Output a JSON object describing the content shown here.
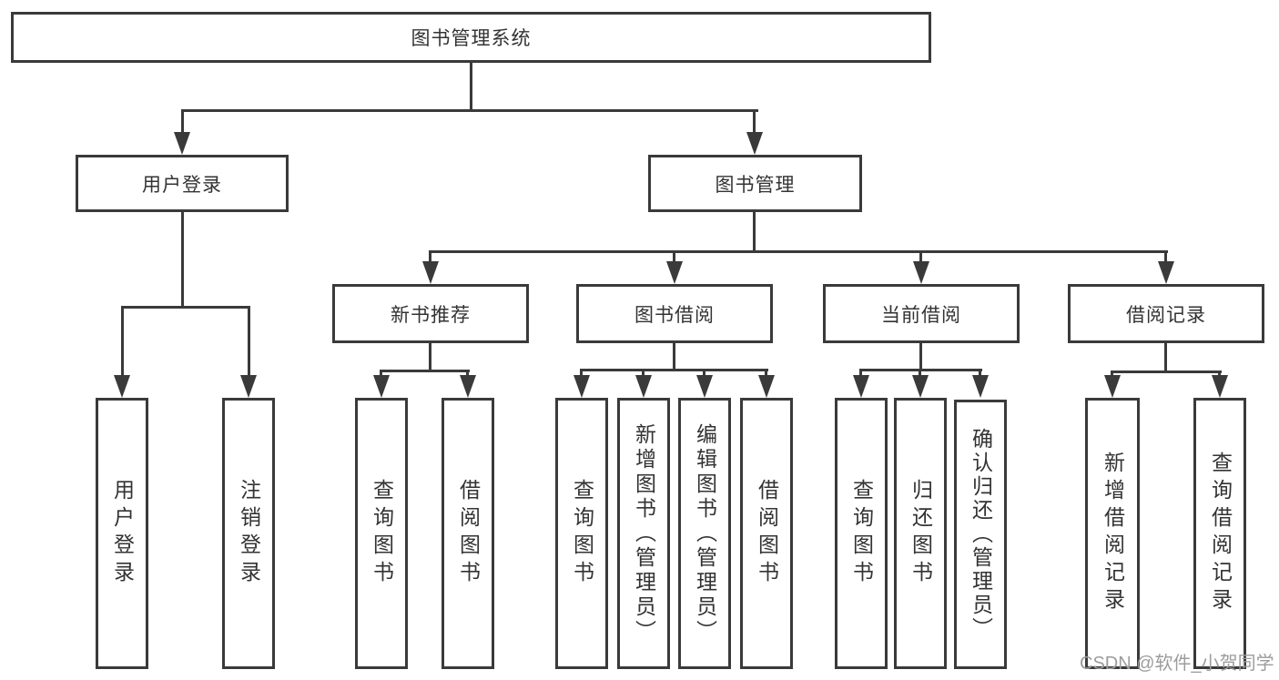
{
  "diagram": {
    "title": "图书管理系统",
    "root": {
      "label": "图书管理系统"
    },
    "branches": [
      {
        "label": "用户登录",
        "children": [
          {
            "label": "用户登录"
          },
          {
            "label": "注销登录"
          }
        ]
      },
      {
        "label": "图书管理",
        "groups": [
          {
            "label": "新书推荐",
            "children": [
              {
                "label": "查询图书"
              },
              {
                "label": "借阅图书"
              }
            ]
          },
          {
            "label": "图书借阅",
            "children": [
              {
                "label": "查询图书"
              },
              {
                "label": "新增图书（管理员）"
              },
              {
                "label": "编辑图书（管理员）"
              },
              {
                "label": "借阅图书"
              }
            ]
          },
          {
            "label": "当前借阅",
            "children": [
              {
                "label": "查询图书"
              },
              {
                "label": "归还图书"
              },
              {
                "label": "确认归还（管理员）"
              }
            ]
          },
          {
            "label": "借阅记录",
            "children": [
              {
                "label": "新增借阅记录"
              },
              {
                "label": "查询借阅记录"
              }
            ]
          }
        ]
      }
    ],
    "colors": {
      "line": "#3a3a3a",
      "text": "#333333",
      "background": "#ffffff",
      "watermark": "#9c9c9c"
    }
  },
  "watermark": {
    "text": "CSDN @软件_小贺同学"
  }
}
